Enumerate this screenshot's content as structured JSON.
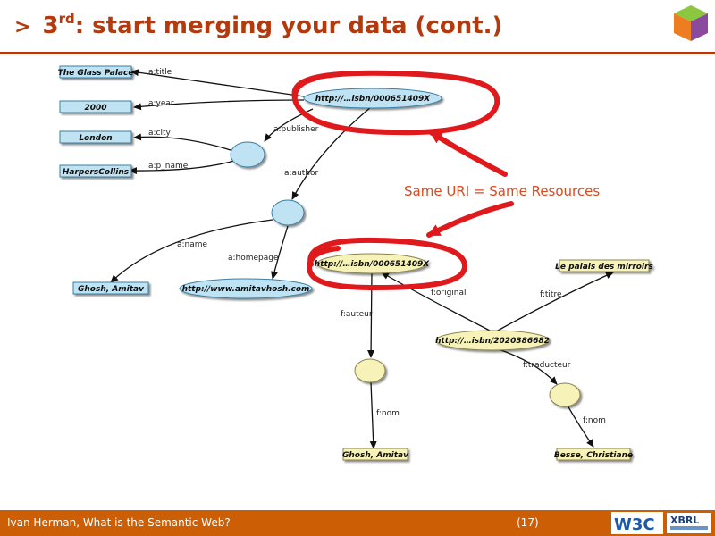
{
  "slide": {
    "title_prefix": ">",
    "title_ordinal": "3",
    "title_sup": "rd",
    "title_rest": ": start merging your data (cont.)"
  },
  "diagram": {
    "literals": {
      "glass_palace": "The Glass Palace",
      "year": "2000",
      "london": "London",
      "harpers": "HarpersCollins",
      "ghosh_blue": "Ghosh, Amitav",
      "ghosh_yellow": "Ghosh, Amitav",
      "palais": "Le palais des mirroirs",
      "besse": "Besse, Christiane"
    },
    "uris": {
      "isbn_blue": "http://…isbn/000651409X",
      "homepage": "http://www.amitavhosh.com",
      "isbn_yellow": "http://…isbn/000651409X",
      "isbn_fr": "http://…isbn/2020386682"
    },
    "edges": {
      "title": "a:title",
      "year": "a:year",
      "city": "a:city",
      "p_name": "a:p_name",
      "publisher": "a:publisher",
      "author": "a:author",
      "name": "a:name",
      "homepage": "a:homepage",
      "original": "f:original",
      "titre": "f:titre",
      "auteur": "f:auteur",
      "traducteur": "f:traducteur",
      "nom1": "f:nom",
      "nom2": "f:nom"
    },
    "annotation": "Same URI = Same Resources",
    "colors": {
      "blue_node": "#bfe3f2",
      "yellow_node": "#f7f3b8",
      "highlight": "#e0191c",
      "annotation_text": "#d94a1e"
    }
  },
  "footer": {
    "author": "Ivan Herman, What is the Semantic Web?",
    "page": "(17)",
    "w3c": "W3C",
    "xbrl": "XBRL"
  }
}
